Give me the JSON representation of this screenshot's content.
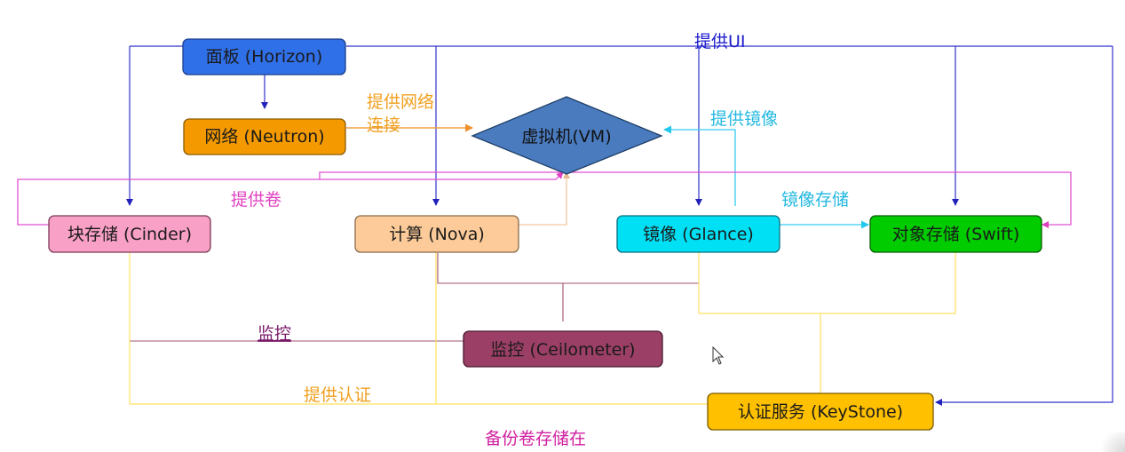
{
  "nodes": {
    "horizon": {
      "label": "面板 (Horizon)",
      "fill": "#2f6fe8",
      "stroke": "#1c3f8a"
    },
    "neutron": {
      "label": "网络 (Neutron)",
      "fill": "#f49a00",
      "stroke": "#8a5a00"
    },
    "vm": {
      "label": "虚拟机(VM)",
      "fill": "#4a7bbf",
      "stroke": "#1f3f66"
    },
    "cinder": {
      "label": "块存储 (Cinder)",
      "fill": "#f9a0c6",
      "stroke": "#7a3a57"
    },
    "nova": {
      "label": "计算 (Nova)",
      "fill": "#fccb99",
      "stroke": "#8a6a4a"
    },
    "glance": {
      "label": "镜像 (Glance)",
      "fill": "#00e0f5",
      "stroke": "#0a6f80"
    },
    "swift": {
      "label": "对象存储 (Swift)",
      "fill": "#00cc00",
      "stroke": "#0a5a0a"
    },
    "ceilometer": {
      "label": "监控 (Ceilometer)",
      "fill": "#9b3f66",
      "stroke": "#4a1a30"
    },
    "keystone": {
      "label": "认证服务 (KeyStone)",
      "fill": "#ffc000",
      "stroke": "#7a5a00"
    }
  },
  "labels": {
    "provide_ui": {
      "text": "提供UI",
      "color": "#1a1acc"
    },
    "provide_network": {
      "line1": "提供网络",
      "line2": "连接",
      "color": "#f0a020"
    },
    "provide_image": {
      "text": "提供镜像",
      "color": "#22b8e0"
    },
    "provide_volume": {
      "text": "提供卷",
      "color": "#e040c0"
    },
    "image_storage": {
      "text": "镜像存储",
      "color": "#22b8e0"
    },
    "monitor": {
      "text": "监控",
      "color": "#7a1a6a"
    },
    "provide_auth": {
      "text": "提供认证",
      "color": "#f0a020"
    },
    "backup_volume": {
      "text": "备份卷存储在",
      "color": "#d020a0"
    }
  },
  "line_colors": {
    "ui": "#3333cc",
    "network": "#f0a040",
    "image": "#33ccee",
    "volume": "#e050d0",
    "nova_vm": "#f5c8a0",
    "monitor": "#a05070",
    "auth": "#ffee66"
  },
  "icons": {
    "cursor": "mouse-pointer-icon"
  }
}
